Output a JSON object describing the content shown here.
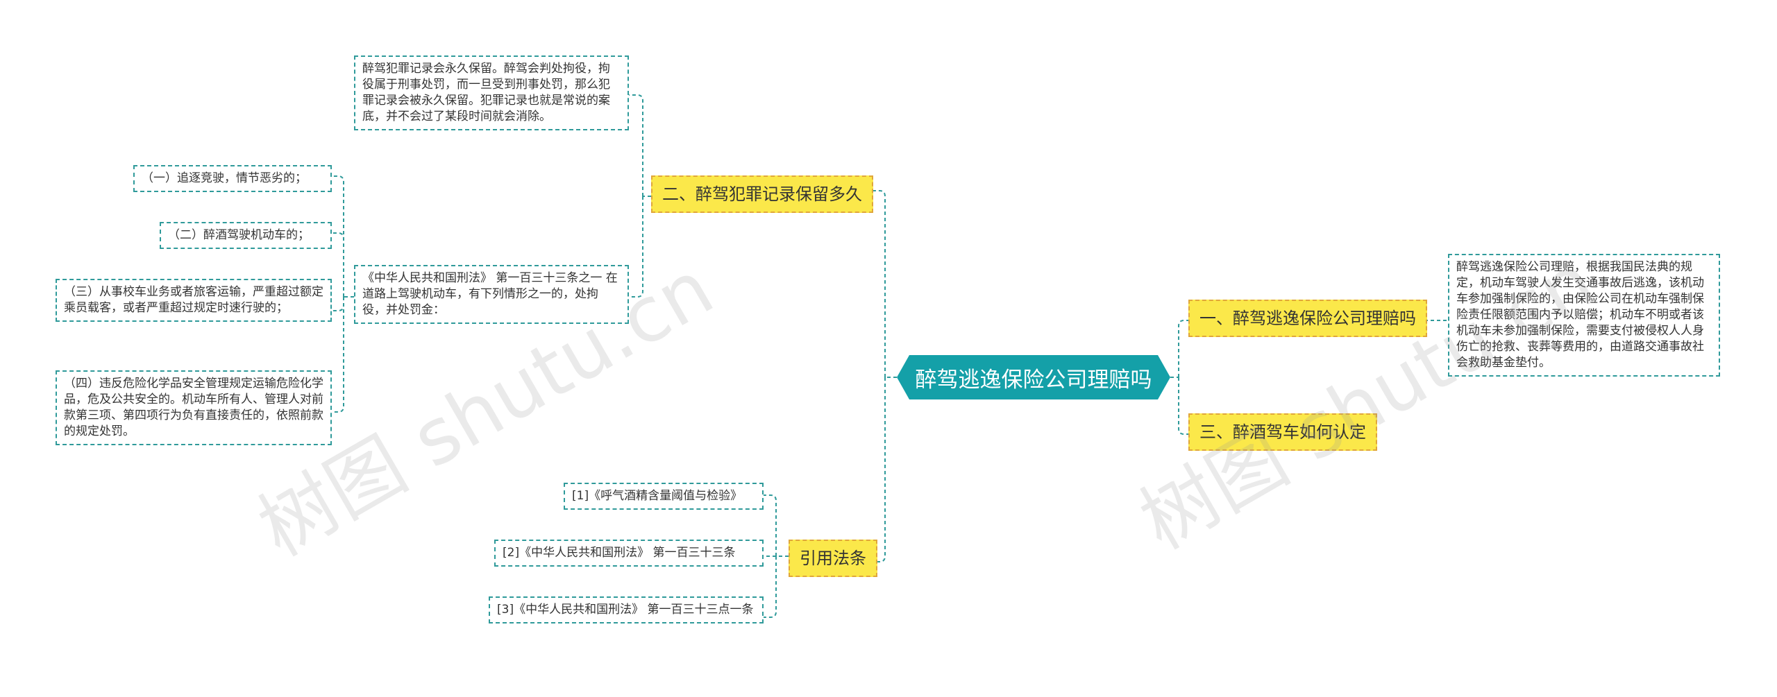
{
  "root": "醉驾逃逸保险公司理赔吗",
  "branches": {
    "b1": "一、醉驾逃逸保险公司理赔吗",
    "b2": "二、醉驾犯罪记录保留多久",
    "b3": "三、醉酒驾车如何认定",
    "b4": "引用法条"
  },
  "leaves": {
    "b1_text": "醉驾逃逸保险公司理赔，根据我国民法典的规定，机动车驾驶人发生交通事故后逃逸，该机动车参加强制保险的，由保险公司在机动车强制保险责任限额范围内予以赔偿；机动车不明或者该机动车未参加强制保险，需要支付被侵权人人身伤亡的抢救、丧葬等费用的，由道路交通事故社会救助基金垫付。",
    "b2_record": "醉驾犯罪记录会永久保留。醉驾会判处拘役，拘役属于刑事处罚，而一旦受到刑事处罚，那么犯罪记录会被永久保留。犯罪记录也就是常说的案底，并不会过了某段时间就会消除。",
    "b2_law": "《中华人民共和国刑法》 第一百三十三条之一 在道路上驾驶机动车，有下列情形之一的，处拘役，并处罚金：",
    "law_items": [
      "（一）追逐竞驶，情节恶劣的；",
      "（二）醉酒驾驶机动车的；",
      "（三）从事校车业务或者旅客运输，严重超过额定乘员载客，或者严重超过规定时速行驶的；",
      "（四）违反危险化学品安全管理规定运输危险化学品，危及公共安全的。机动车所有人、管理人对前款第三项、第四项行为负有直接责任的，依照前款的规定处罚。"
    ],
    "refs": [
      "[1]《呼气酒精含量阈值与检验》",
      "[2]《中华人民共和国刑法》 第一百三十三条",
      "[3]《中华人民共和国刑法》 第一百三十三点一条"
    ]
  },
  "watermark": [
    "树图 shutu.cn",
    "树图 shutu.cn"
  ],
  "colors": {
    "root_fill": "#14a0a8",
    "branch_fill": "#fbe84a",
    "connector": "#2f9a9a"
  }
}
